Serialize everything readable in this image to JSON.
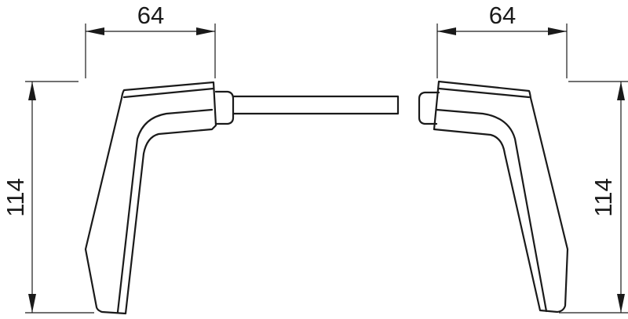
{
  "dimensions": {
    "left_width": "64",
    "right_width": "64",
    "left_height": "114",
    "right_height": "114"
  },
  "colors": {
    "line": "#1a1a1a",
    "background": "#ffffff"
  }
}
